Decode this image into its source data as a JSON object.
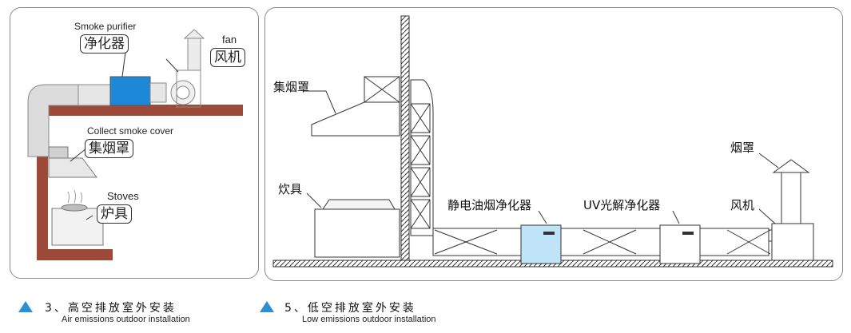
{
  "left_panel": {
    "smoke_purifier_en": "Smoke purifier",
    "smoke_purifier_zh": "净化器",
    "fan_en": "fan",
    "fan_zh": "风机",
    "cover_en": "Collect smoke cover",
    "cover_zh": "集烟罩",
    "stoves_en": "Stoves",
    "stoves_zh": "炉具"
  },
  "right_panel": {
    "hood_zh": "集烟罩",
    "stove_zh": "炊具",
    "esp_zh": "静电油烟净化器",
    "uv_zh": "UV光解净化器",
    "chimney_hood_zh": "烟罩",
    "fan_zh": "风机"
  },
  "captions": [
    {
      "number_zh": "3、高空排放室外安装",
      "en": "Air emissions outdoor installation"
    },
    {
      "number_zh": "5、低空排放室外安装",
      "en": "Low emissions outdoor installation"
    }
  ],
  "colors": {
    "accent": "#2b8fd6",
    "purifier_blue": "#1e88d8",
    "brick": "#9e4a38",
    "esp_fill": "#bfe3f7"
  }
}
